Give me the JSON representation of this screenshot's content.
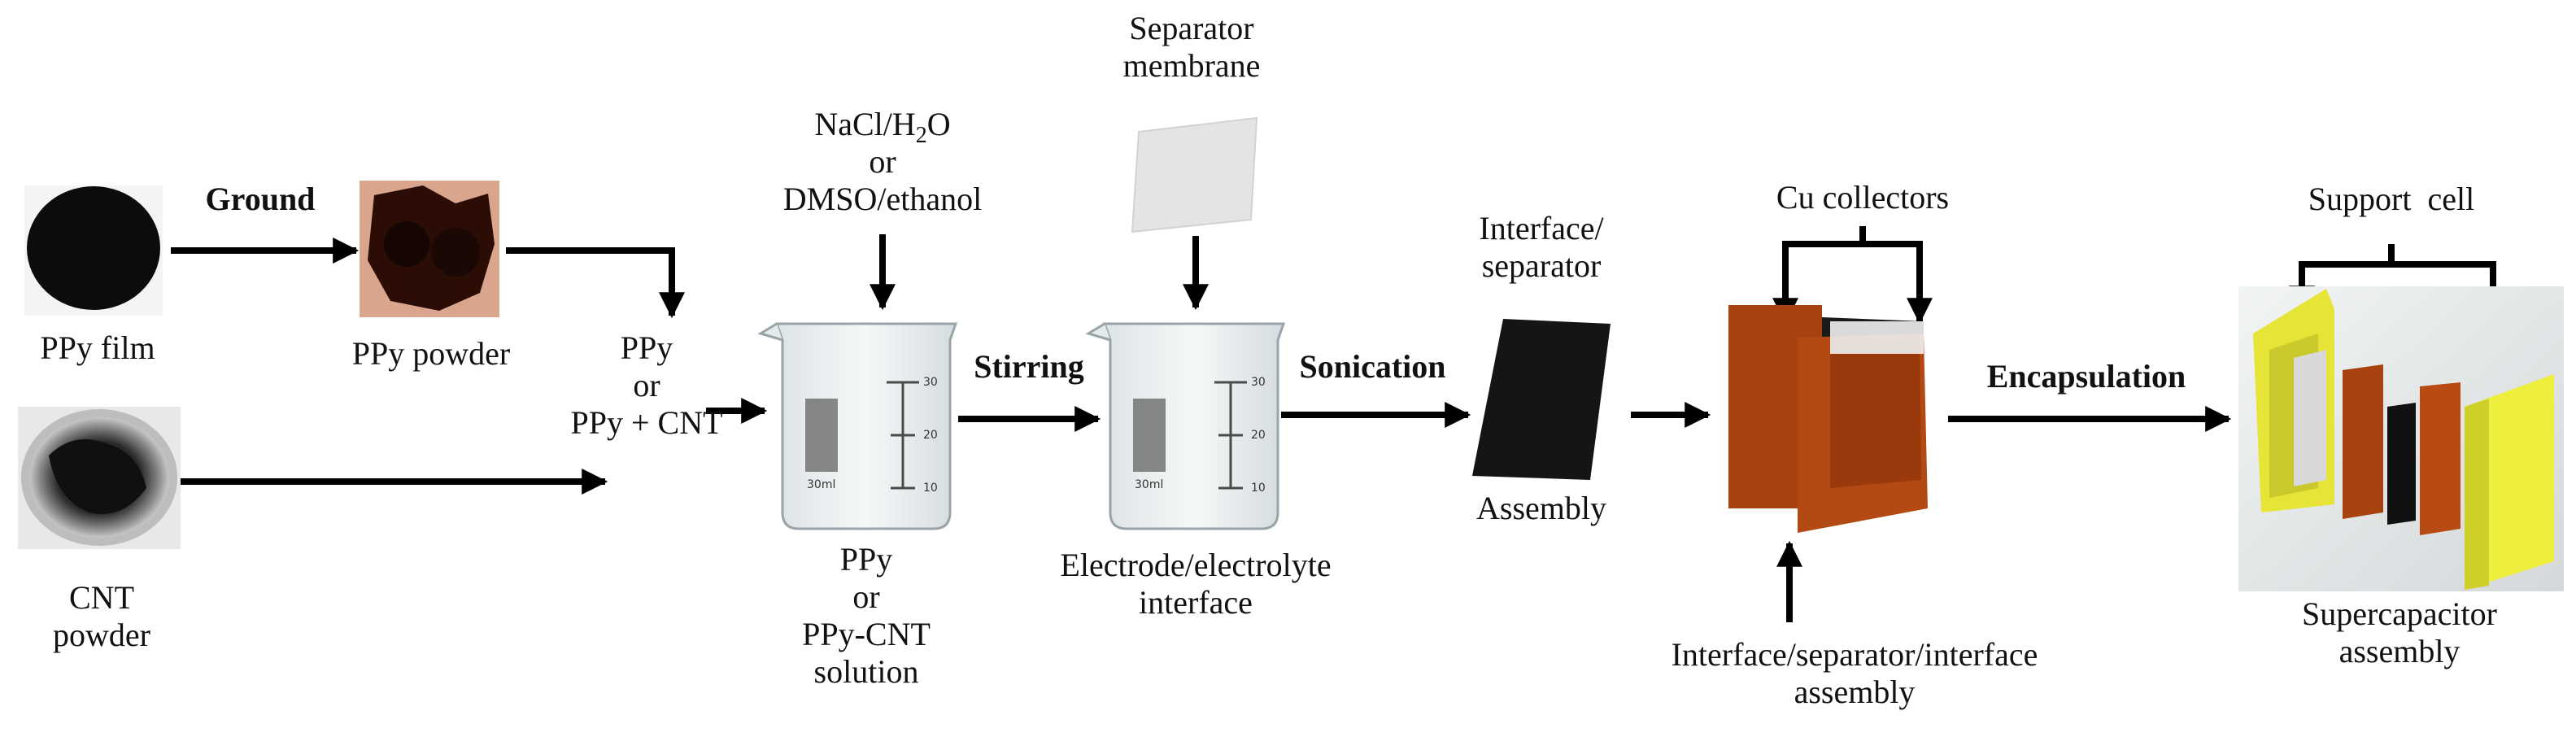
{
  "labels": {
    "ppy_film": "PPy film",
    "cnt_powder": [
      "CNT",
      "powder"
    ],
    "ground": "Ground",
    "ppy_powder": "PPy powder",
    "ppy_or_mix": [
      "PPy",
      "or",
      "PPy + CNT"
    ],
    "solvent": {
      "nacl_prefix": "NaCl/H",
      "nacl_sub": "2",
      "nacl_suffix": "O",
      "or": "or",
      "dmso": "DMSO/ethanol"
    },
    "solution": [
      "PPy",
      "or",
      "PPy-CNT",
      "solution"
    ],
    "stirring": "Stirring",
    "separator_membrane": [
      "Separator",
      "membrane"
    ],
    "electrode_interface": [
      "Electrode/electrolyte",
      "interface"
    ],
    "sonication": "Sonication",
    "interface_separator": [
      "Interface/",
      "separator"
    ],
    "assembly": "Assembly",
    "cu_collectors": "Cu collectors",
    "isi_assembly": [
      "Interface/separator/interface",
      "assembly"
    ],
    "encapsulation": "Encapsulation",
    "support_cell": "Support  cell",
    "supercap_assembly": [
      "Supercapacitor",
      "assembly"
    ]
  },
  "beaker_marks": {
    "volume": "30ml",
    "ticks": [
      "30",
      "20",
      "10"
    ]
  },
  "colors": {
    "arrow": "#000000",
    "ppy_black": "#0c0c0c",
    "ppy_powder_bg": "#d9a58c",
    "copper": "#a8420f",
    "copper_light": "#c45a1e",
    "support_yellow": "#eded3a",
    "glass": "#e9eef0"
  }
}
